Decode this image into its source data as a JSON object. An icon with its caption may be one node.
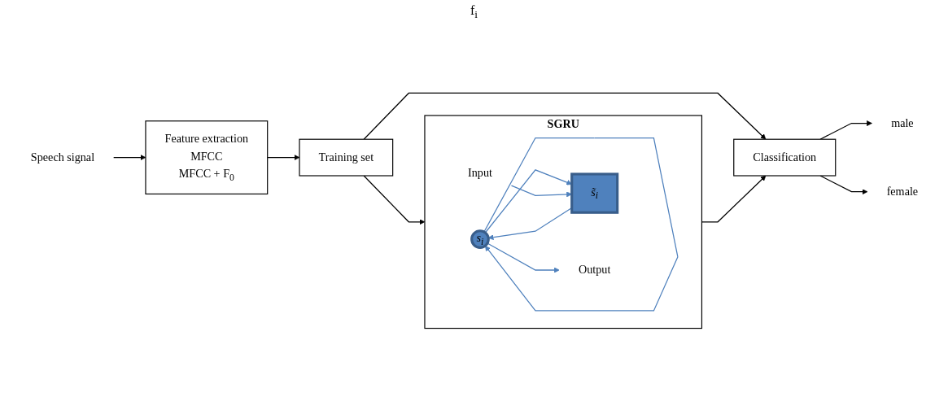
{
  "diagram": {
    "nodes": [
      {
        "text": [
          "Speech signal"
        ]
      },
      {
        "text": [
          "Feature extraction",
          "MFCC",
          "MFCC + F$_{0}$"
        ]
      },
      {
        "text": [
          "Training set"
        ]
      },
      {
        "text": [
          "Classification"
        ]
      },
      {
        "text": [
          "male"
        ]
      },
      {
        "text": [
          "female"
        ]
      },
      {
        "text": [
          "SGRU"
        ]
      },
      {
        "text": [
          "s$_{i}$"
        ],
        "in": 6
      },
      {
        "text": [
          "s̃$_{i}$"
        ],
        "in": 6
      },
      {
        "text": [
          "Input"
        ],
        "in": 6
      },
      {
        "text": [
          "Output"
        ],
        "in": 6
      }
    ],
    "edges": [
      {
        "from": 0,
        "to": 1,
        "arrow": "to"
      },
      {
        "from": 1,
        "to": 2,
        "arrow": "to"
      },
      {
        "from": 2,
        "to": 3,
        "arrow": "to"
      },
      {
        "from": 3,
        "to": 4,
        "arrow": "to"
      },
      {
        "from": 3,
        "to": 5,
        "arrow": "to"
      },
      {
        "from": 2,
        "to": 6,
        "arrow": "to"
      },
      {
        "from": 6,
        "to": 3,
        "arrow": "to"
      },
      {
        "from": 7,
        "to": 7,
        "arrow": "to",
        "color": "#4f81bd"
      },
      {
        "from": 8,
        "to": 7,
        "arrow": "to",
        "color": "#4f81bd"
      },
      {
        "from": 7,
        "to": 8,
        "arrow": "to",
        "color": "#4f81bd"
      },
      {
        "from": 9,
        "to": 8,
        "arrow": "to",
        "color": "#4f81bd"
      },
      {
        "from": 7,
        "to": 10,
        "arrow": "to",
        "color": "#4f81bd"
      }
    ],
    "labels": [
      "f$_{i}$"
    ]
  }
}
